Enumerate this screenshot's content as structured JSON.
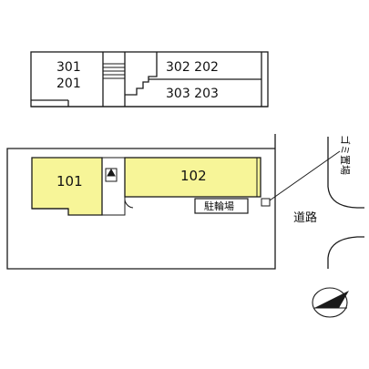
{
  "upper_floor_plan": {
    "unit_left_top": "301",
    "unit_left_bottom": "201",
    "unit_right_top": "302 202",
    "unit_right_bottom": "303 203"
  },
  "ground_floor_plan": {
    "unit_left": "101",
    "unit_right": "102",
    "bicycle_parking": "駐輪場"
  },
  "surroundings": {
    "road": "道路",
    "garbage_area": "ゴミ置場"
  },
  "colors": {
    "unit_fill": "#f7f598",
    "line": "#1a1a1a"
  },
  "icons": [
    "stair-icon",
    "door-icon",
    "north-arrow-icon"
  ]
}
